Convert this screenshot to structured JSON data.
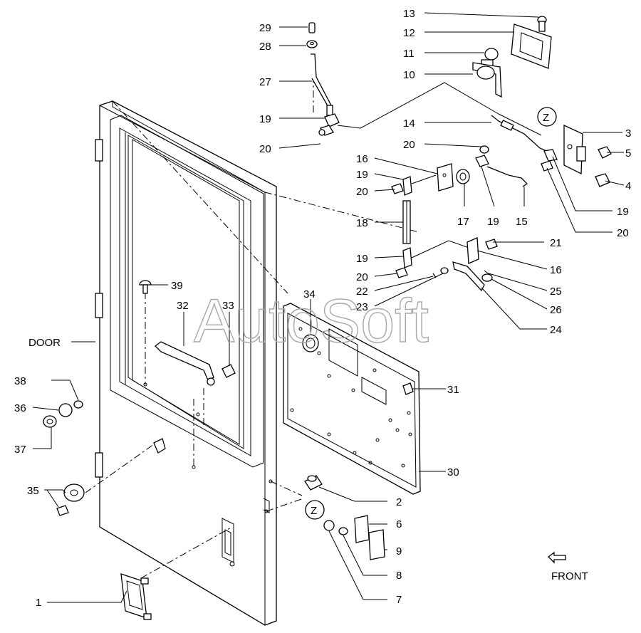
{
  "watermark": "AutoSoft",
  "labels": {
    "door": "DOOR",
    "front": "FRONT",
    "z_top": "Z",
    "z_bottom": "Z"
  },
  "callouts": [
    {
      "id": "p1",
      "text": "1"
    },
    {
      "id": "p2",
      "text": "2"
    },
    {
      "id": "p3",
      "text": "3"
    },
    {
      "id": "p4",
      "text": "4"
    },
    {
      "id": "p5",
      "text": "5"
    },
    {
      "id": "p6",
      "text": "6"
    },
    {
      "id": "p7",
      "text": "7"
    },
    {
      "id": "p8",
      "text": "8"
    },
    {
      "id": "p9",
      "text": "9"
    },
    {
      "id": "p10",
      "text": "10"
    },
    {
      "id": "p11",
      "text": "11"
    },
    {
      "id": "p12",
      "text": "12"
    },
    {
      "id": "p13",
      "text": "13"
    },
    {
      "id": "p14",
      "text": "14"
    },
    {
      "id": "p15",
      "text": "15"
    },
    {
      "id": "p16a",
      "text": "16"
    },
    {
      "id": "p16b",
      "text": "16"
    },
    {
      "id": "p17",
      "text": "17"
    },
    {
      "id": "p18",
      "text": "18"
    },
    {
      "id": "p19a",
      "text": "19"
    },
    {
      "id": "p19b",
      "text": "19"
    },
    {
      "id": "p19c",
      "text": "19"
    },
    {
      "id": "p19d",
      "text": "19"
    },
    {
      "id": "p19e",
      "text": "19"
    },
    {
      "id": "p20a",
      "text": "20"
    },
    {
      "id": "p20b",
      "text": "20"
    },
    {
      "id": "p20c",
      "text": "20"
    },
    {
      "id": "p20d",
      "text": "20"
    },
    {
      "id": "p20e",
      "text": "20"
    },
    {
      "id": "p21",
      "text": "21"
    },
    {
      "id": "p22",
      "text": "22"
    },
    {
      "id": "p23",
      "text": "23"
    },
    {
      "id": "p24",
      "text": "24"
    },
    {
      "id": "p25",
      "text": "25"
    },
    {
      "id": "p26",
      "text": "26"
    },
    {
      "id": "p27",
      "text": "27"
    },
    {
      "id": "p28",
      "text": "28"
    },
    {
      "id": "p29",
      "text": "29"
    },
    {
      "id": "p30",
      "text": "30"
    },
    {
      "id": "p31",
      "text": "31"
    },
    {
      "id": "p32",
      "text": "32"
    },
    {
      "id": "p33",
      "text": "33"
    },
    {
      "id": "p34",
      "text": "34"
    },
    {
      "id": "p35",
      "text": "35"
    },
    {
      "id": "p36",
      "text": "36"
    },
    {
      "id": "p37",
      "text": "37"
    },
    {
      "id": "p38",
      "text": "38"
    },
    {
      "id": "p39",
      "text": "39"
    }
  ]
}
